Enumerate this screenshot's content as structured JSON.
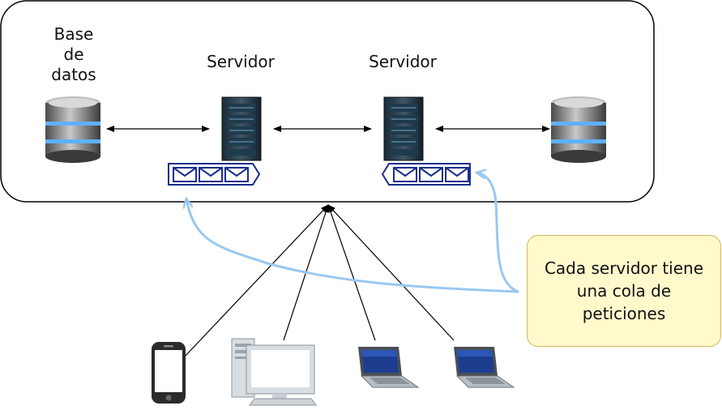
{
  "labels": {
    "database_line1": "Base",
    "database_line2": "de",
    "database_line3": "datos",
    "server_left": "Servidor",
    "server_right": "Servidor"
  },
  "callout": {
    "line1": "Cada servidor tiene",
    "line2": "una cola de",
    "line3": "peticiones"
  },
  "colors": {
    "border": "#000000",
    "queue_blue": "#1a2e8c",
    "pointer_arrow": "#99c8f0",
    "callout_fill": "#fff9cc",
    "callout_border": "#d6b656"
  },
  "icons": [
    "database-icon",
    "server-icon",
    "message-queue-icon",
    "smartphone-icon",
    "desktop-computer-icon",
    "laptop-icon"
  ]
}
